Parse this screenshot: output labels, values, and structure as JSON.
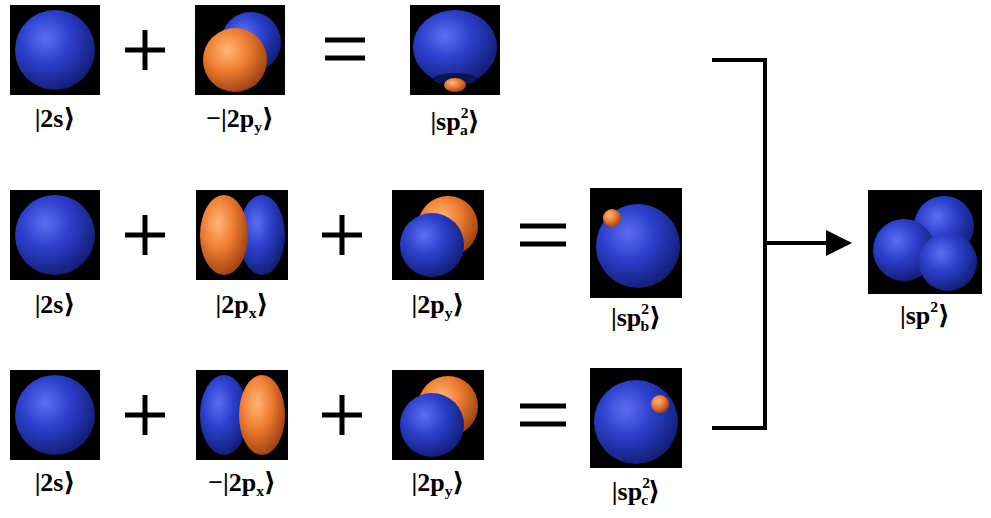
{
  "diagram": {
    "labels": [
      "|2s⟩",
      "−|2p",
      "y",
      "⟩",
      "|sp",
      "2",
      "a",
      "⟩",
      "|2s⟩",
      "|2p",
      "x",
      "⟩",
      "|2p",
      "y",
      "⟩",
      "|sp",
      "2",
      "b",
      "⟩",
      "|2s⟩",
      "−|2p",
      "x",
      "⟩",
      "|2p",
      "y",
      "⟩",
      "|sp",
      "2",
      "c",
      "⟩",
      "|sp",
      "2",
      "⟩"
    ]
  }
}
